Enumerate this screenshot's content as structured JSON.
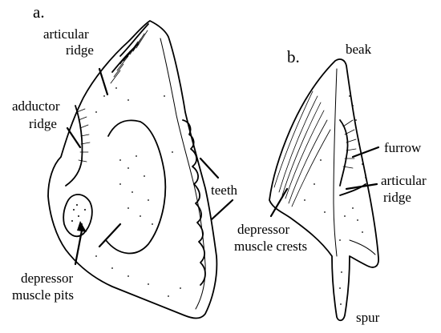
{
  "panels": {
    "a": "a.",
    "b": "b."
  },
  "labels_a": {
    "articular_ridge_1": "articular",
    "articular_ridge_2": "ridge",
    "adductor_ridge_1": "adductor",
    "adductor_ridge_2": "ridge",
    "teeth": "teeth",
    "depressor_pits_1": "depressor",
    "depressor_pits_2": "muscle pits"
  },
  "labels_b": {
    "beak": "beak",
    "furrow": "furrow",
    "articular_ridge_1": "articular",
    "articular_ridge_2": "ridge",
    "depressor_crests_1": "depressor",
    "depressor_crests_2": "muscle crests",
    "spur": "spur"
  }
}
